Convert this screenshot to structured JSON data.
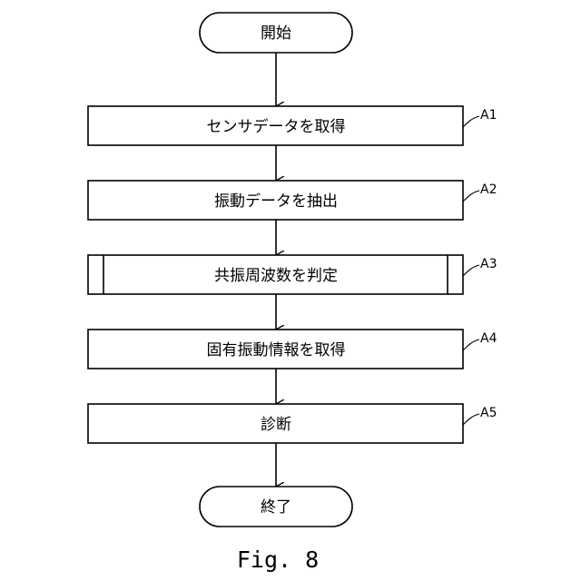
{
  "flowchart": {
    "start": {
      "label": "開始"
    },
    "steps": [
      {
        "ref": "A1",
        "label": "センサデータを取得",
        "kind": "process"
      },
      {
        "ref": "A2",
        "label": "振動データを抽出",
        "kind": "process"
      },
      {
        "ref": "A3",
        "label": "共振周波数を判定",
        "kind": "predefined-process"
      },
      {
        "ref": "A4",
        "label": "固有振動情報を取得",
        "kind": "process"
      },
      {
        "ref": "A5",
        "label": "診断",
        "kind": "process"
      }
    ],
    "end": {
      "label": "終了"
    }
  },
  "caption": "Fig. 8"
}
